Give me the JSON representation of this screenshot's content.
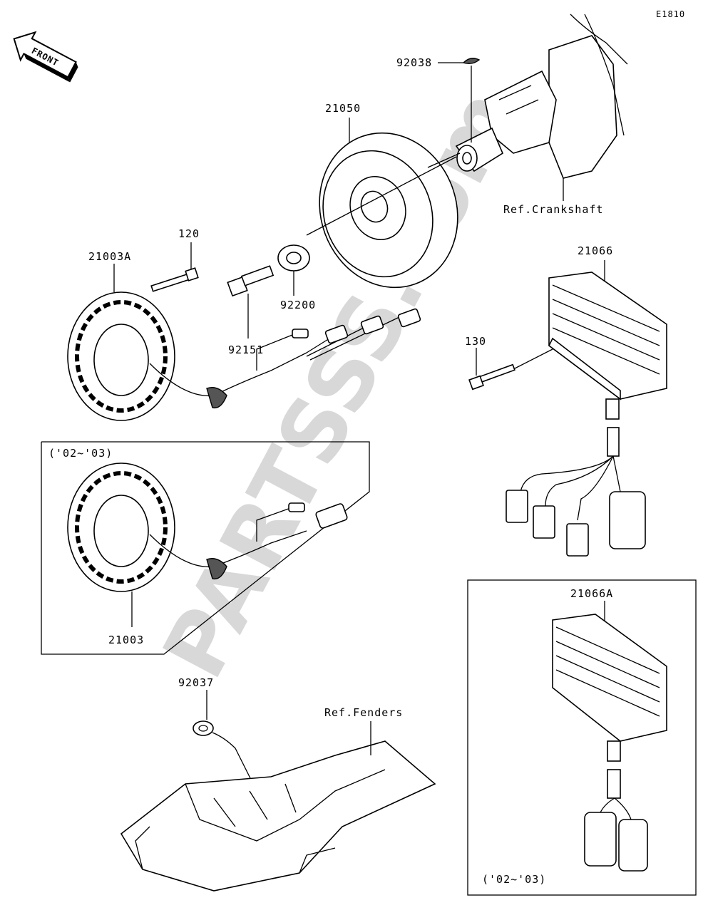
{
  "diagram_code": "E1810",
  "front_label": "FRONT",
  "watermark": "PARTSSS.com",
  "part_numbers": {
    "p92038": "92038",
    "p21050": "21050",
    "p120": "120",
    "p21003A": "21003A",
    "p92200": "92200",
    "p92151": "92151",
    "p21066": "21066",
    "p130": "130",
    "p21003": "21003",
    "p92037": "92037",
    "p21066A": "21066A"
  },
  "references": {
    "crankshaft": "Ref.Crankshaft",
    "fenders": "Ref.Fenders"
  },
  "inset_notes": {
    "stator_years": "('02~'03)",
    "regulator_years": "('02~'03)"
  }
}
